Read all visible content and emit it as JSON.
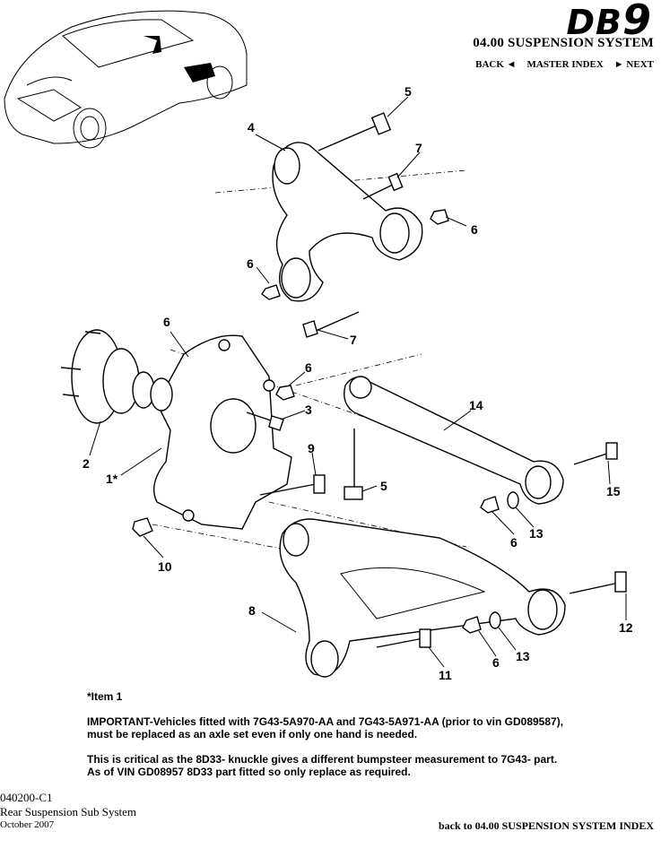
{
  "header": {
    "logo_text": "DB",
    "logo_nine": "9",
    "section_title": "04.00 SUSPENSION SYSTEM",
    "nav": {
      "back": "BACK ◄",
      "master": "MASTER INDEX",
      "next": "► NEXT"
    }
  },
  "callouts": [
    {
      "id": "c5a",
      "label": "5"
    },
    {
      "id": "c4",
      "label": "4"
    },
    {
      "id": "c7a",
      "label": "7"
    },
    {
      "id": "c6a",
      "label": "6"
    },
    {
      "id": "c6b",
      "label": "6"
    },
    {
      "id": "c7b",
      "label": "7"
    },
    {
      "id": "c6c",
      "label": "6"
    },
    {
      "id": "c6d",
      "label": "6"
    },
    {
      "id": "c3",
      "label": "3"
    },
    {
      "id": "c14",
      "label": "14"
    },
    {
      "id": "c2",
      "label": "2"
    },
    {
      "id": "c1",
      "label": "1*"
    },
    {
      "id": "c9",
      "label": "9"
    },
    {
      "id": "c5b",
      "label": "5"
    },
    {
      "id": "c15",
      "label": "15"
    },
    {
      "id": "c6e",
      "label": "6"
    },
    {
      "id": "c13a",
      "label": "13"
    },
    {
      "id": "c10",
      "label": "10"
    },
    {
      "id": "c8",
      "label": "8"
    },
    {
      "id": "c12",
      "label": "12"
    },
    {
      "id": "c13b",
      "label": "13"
    },
    {
      "id": "c6f",
      "label": "6"
    },
    {
      "id": "c11",
      "label": "11"
    }
  ],
  "notes": {
    "item": "*Item 1",
    "important_1": "IMPORTANT-Vehicles fitted with 7G43-5A970-AA  and 7G43-5A971-AA (prior to vin GD089587),",
    "important_2": "must be replaced as an axle set even if only one hand is needed.",
    "critical_1": "This is critical as the 8D33- knuckle gives a different bumpsteer measurement to 7G43- part.",
    "critical_2": "As of VIN GD08957 8D33 part fitted so only replace as required."
  },
  "footer": {
    "code": "040200-C1",
    "title": "Rear Suspension Sub System",
    "date": "October 2007",
    "index_link": "back to 04.00 SUSPENSION SYSTEM INDEX"
  }
}
